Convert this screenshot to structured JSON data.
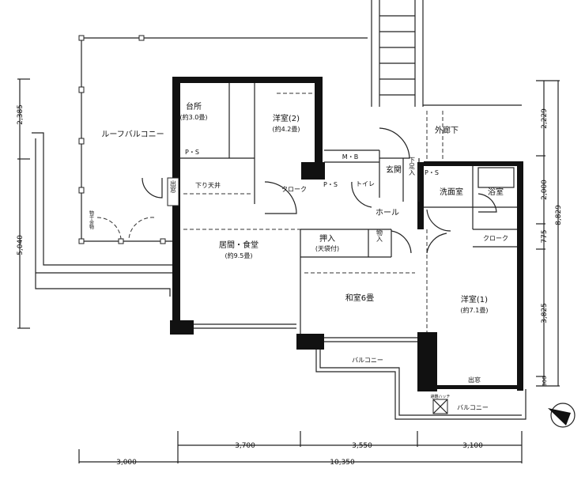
{
  "rooms": {
    "roof_balcony": "ルーフバルコニー",
    "kitchen": "台所",
    "kitchen_size": "(約3.0畳)",
    "western2": "洋室(2)",
    "western2_size": "(約4.2畳)",
    "outer_corridor": "外廊下",
    "ps_kitchen": "P・S",
    "ps_wash": "P・S",
    "ps_toilet": "P・S",
    "mb": "M・B",
    "entrance": "玄関",
    "shoe_storage": "下足入",
    "washroom": "洗面室",
    "bathroom": "浴室",
    "storage_window": "出窓",
    "lowered_ceiling": "下り天井",
    "closet_small": "クローク",
    "toilet": "トイレ",
    "hall": "ホール",
    "closet_right": "クローク",
    "oshiire": "押入",
    "oshiire_note": "(天袋付)",
    "storage": "物入",
    "living_dining": "居間・食堂",
    "living_dining_size": "(約9.5畳)",
    "japanese_room": "和室6畳",
    "western1": "洋室(1)",
    "western1_size": "(約7.1畳)",
    "balcony_mid": "バルコニー",
    "bay_window": "出窓",
    "balcony_right": "バルコニー",
    "evac_hatch": "避難ハッチ",
    "laundry_hardware": "物干金物"
  },
  "dimensions": {
    "bottom_1": "3,700",
    "bottom_2": "3,550",
    "bottom_3": "3,100",
    "bottom_left": "3,000",
    "bottom_total": "10,350",
    "left_1": "2,385",
    "left_2": "5,040",
    "right_1": "2,229",
    "right_2": "2,000",
    "right_3": "775",
    "right_4": "3,825",
    "right_5": "300",
    "right_total": "8,829"
  }
}
